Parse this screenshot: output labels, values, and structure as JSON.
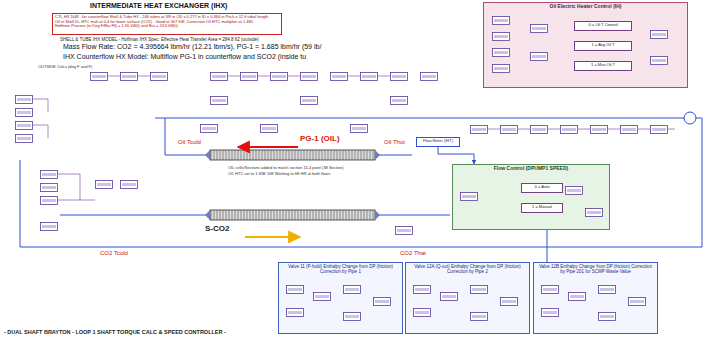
{
  "diagram": {
    "title": "INTERMEDIATE HEAT EXCHANGER (IHX)",
    "nodes": [
      {
        "text": [
          "CTL-HX 1kW - for counterflow Shell & Tube HX - 246 tubes at 3/8 in OD x 0.277 in ID x 0.364 in Pitch x 12 ft tubal length",
          "Oil in Shell Di, HTC mult at 0.4 for lower surface (CO2) - Good at 307 kW; Correction Oil HTC multiplier at 1.485",
          "Hoffman Process (in Deg F/Btu Fll) = 1.90 kW(t) and Btu = 23.6 kW(t)"
        ]
      },
      {
        "text": [
          "Oil Electric Heater Control (IH)"
        ]
      },
      {
        "text": [
          "0 = Oil T Control"
        ],
        "in": 1
      },
      {
        "text": [
          "1 = Avg Oil T"
        ],
        "in": 1
      },
      {
        "text": [
          "1 = Max Oil T"
        ],
        "in": 1
      },
      {
        "text": [
          "Flow Meter (IHT)"
        ]
      },
      {
        "text": [
          "Flow Control (DPUMP1 SPEED)"
        ]
      },
      {
        "text": [
          "0 = Auto"
        ],
        "in": 6
      },
      {
        "text": [
          "1 = Manual"
        ],
        "in": 6
      },
      {
        "text": [
          "Valve 11 (P-hold) Enthalpy Change from DP (friction) Correction by Pipe 1"
        ]
      },
      {
        "text": [
          "Valve 12A (Q-out) Enthalpy Change from DP (friction) Correction by Pipe 2"
        ]
      },
      {
        "text": [
          "Valve 12B Enthalpy Change from DP (friction) Correction by Pipe 201 for SCMP Waste Value"
        ]
      }
    ],
    "edges": [
      {
        "from": 5,
        "to": 6,
        "arrow": "to"
      },
      {
        "from": 6,
        "to": 11,
        "arrow": "none"
      }
    ],
    "labels": [
      "SHELL & TUBE IHX MODEL - Hoffman IHX Spec: Effective Heat Transfer Area = 284.8 ft2 (outside)",
      "Mass Flow Rate: CO2 = 4.395664 lbm/hr (12.21 lbm/s), PG-1 = 1.685 lbm/hr (59 lb/",
      "IHX Counterflow HX Model: Multiflow PG-1 in counterflow and SCO2 (inside tu",
      "PG-1 (OIL)",
      "Oil Tcold",
      "Oil Thot",
      "S-CO2",
      "CO2 Tcold",
      "CO2 That",
      "OIL cells/Sections added to match section 11-4 point (38 Section)",
      "Oil, HTC set to 1.85E 168 Working to 6E HR at both flows",
      "- DUAL SHAFT BRAYTON - LOOP 1 SHAFT TORQUE CALC & SPEED CONTROLLER -",
      "OUTSIDE Calcs (deg F and F)"
    ]
  }
}
